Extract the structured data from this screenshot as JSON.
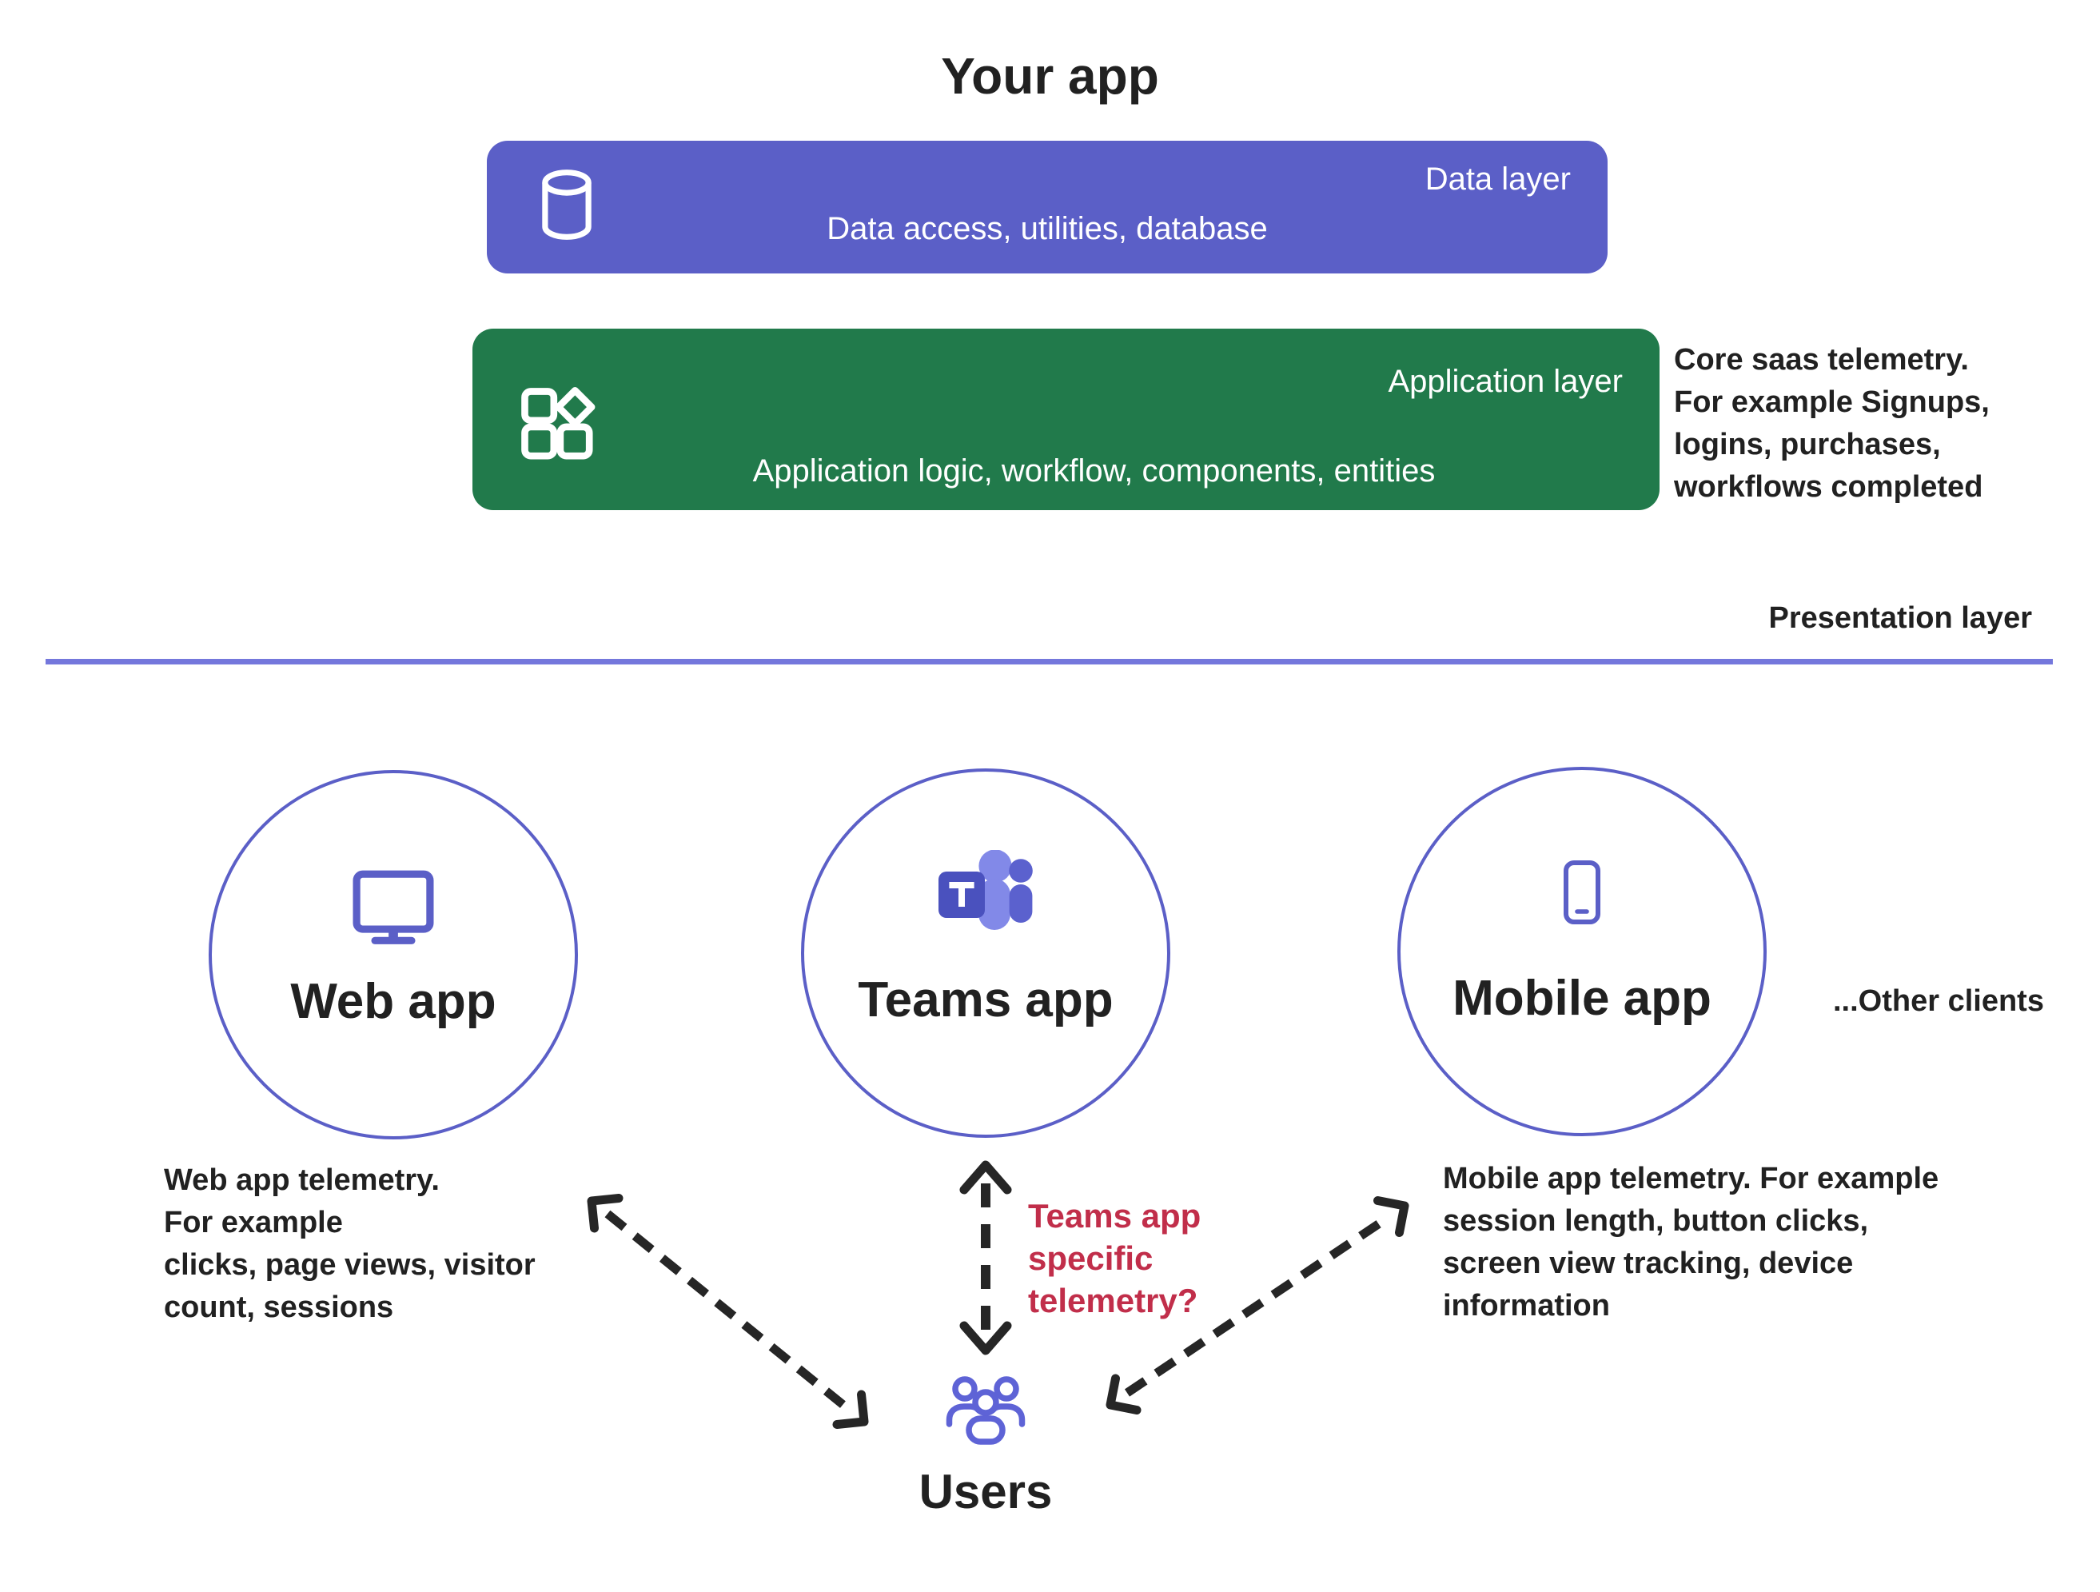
{
  "title": "Your app",
  "data_layer": {
    "label": "Data layer",
    "description": "Data access, utilities, database",
    "icon": "database-icon"
  },
  "application_layer": {
    "label": "Application layer",
    "description": "Application logic, workflow, components, entities",
    "icon": "components-icon"
  },
  "presentation_layer": {
    "label": "Presentation layer"
  },
  "notes": {
    "core_saas_telemetry": "Core saas telemetry.\nFor example Signups,\nlogins, purchases,\nworkflows completed",
    "web_app_telemetry": "Web app telemetry.\nFor example\nclicks, page views, visitor\ncount, sessions",
    "mobile_app_telemetry": "Mobile app telemetry. For example\nsession length, button clicks,\nscreen view tracking, device\ninformation",
    "teams_question": "Teams app\nspecific\ntelemetry?",
    "other_clients": "...Other clients"
  },
  "clients": [
    {
      "id": "web",
      "label": "Web app",
      "icon": "monitor-icon"
    },
    {
      "id": "teams",
      "label": "Teams app",
      "icon": "teams-logo-icon"
    },
    {
      "id": "mobile",
      "label": "Mobile app",
      "icon": "smartphone-icon"
    }
  ],
  "users": {
    "label": "Users",
    "icon": "people-group-icon"
  },
  "arrows": [
    {
      "id": "web-users",
      "style": "dashed",
      "double_headed": true
    },
    {
      "id": "teams-users",
      "style": "dashed",
      "double_headed": true
    },
    {
      "id": "mobile-users",
      "style": "dashed",
      "double_headed": true
    }
  ],
  "colors": {
    "data_layer_bg": "#5B5FC7",
    "application_layer_bg": "#217A4B",
    "accent_purple": "#5B5FC7",
    "divider_purple": "#7477DC",
    "users_icon_purple": "#5E63D6",
    "question_red": "#C12E4A",
    "text_dark": "#212121",
    "text_on_color": "#FFFFFF",
    "arrow_dark": "#262626",
    "teams_light": "#8289E8",
    "teams_dark": "#5B61CE",
    "teams_square": "#4A51BE"
  }
}
